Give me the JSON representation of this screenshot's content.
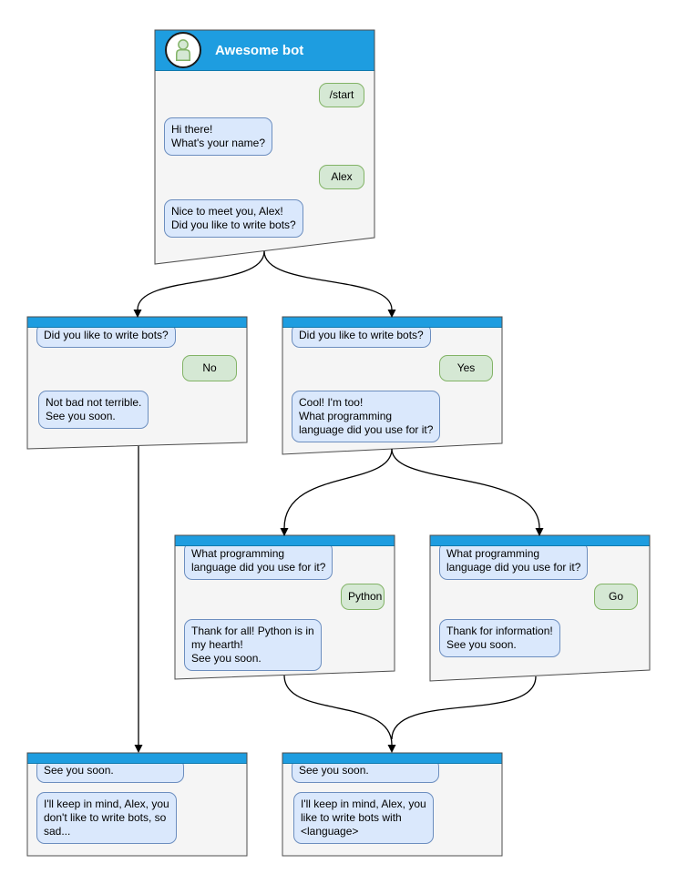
{
  "diagram_title": "Awesome bot chatbot conversation flowchart",
  "colors": {
    "header_blue": "#1E9DE0",
    "bot_bubble_fill": "#DAE8FC",
    "bot_bubble_border": "#6C8EBF",
    "user_bubble_fill": "#D5E8D4",
    "user_bubble_border": "#82B366",
    "window_fill": "#F5F5F5",
    "window_border": "#4D4D4D"
  },
  "windows": {
    "main": {
      "title": "Awesome bot",
      "avatar": "person-icon",
      "messages": {
        "start_command": "/start",
        "greeting": "Hi there!\nWhat's your name?",
        "name_reply": "Alex",
        "ask_bots": "Nice to meet you, Alex!\nDid you like to write bots?"
      }
    },
    "branch_no": {
      "messages": {
        "question": "Did you like to write bots?",
        "answer": "No",
        "reply": "Not bad not terrible.\nSee you soon."
      }
    },
    "branch_yes": {
      "messages": {
        "question": "Did you like to write bots?",
        "answer": "Yes",
        "reply": "Cool! I'm too!\nWhat programming\nlanguage did you use for it?"
      }
    },
    "branch_python": {
      "messages": {
        "question": "What programming\nlanguage did you use for it?",
        "answer": "Python",
        "reply": "Thank for all! Python is in\nmy hearth!\nSee you soon."
      }
    },
    "branch_go": {
      "messages": {
        "question": "What programming\nlanguage did you use for it?",
        "answer": "Go",
        "reply": "Thank for information!\nSee you soon."
      }
    },
    "end_no": {
      "messages": {
        "closing": "See you soon.",
        "summary": "I'll keep in mind, Alex, you\ndon't like to write bots, so\nsad..."
      }
    },
    "end_yes": {
      "messages": {
        "closing": "See you soon.",
        "summary": "I'll keep in mind, Alex, you\nlike to write bots with\n<language>"
      }
    }
  }
}
